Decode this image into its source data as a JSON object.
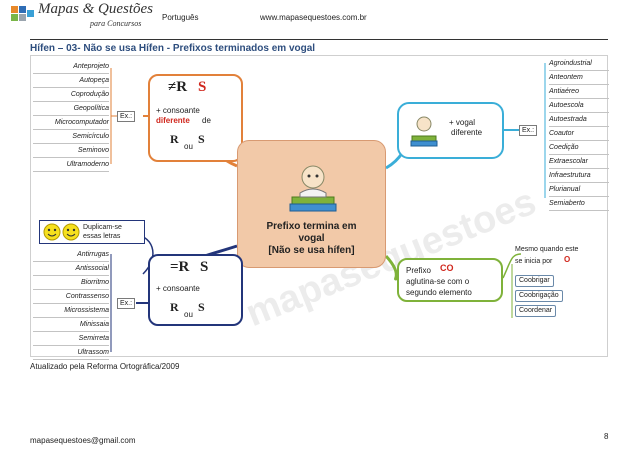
{
  "header": {
    "brand_main": "Mapas & Questões",
    "brand_sub": "para Concursos",
    "subject": "Português",
    "website": "www.mapasequestoes.com.br"
  },
  "title": "Hífen – 03- Não se usa Hífen - Prefixos terminados em vogal",
  "map": {
    "center": {
      "line1": "Prefixo termina em",
      "line2": "vogal",
      "line3": "[Não se usa hífen]"
    },
    "top_left": {
      "symbol_r": "≠R",
      "symbol_s": "S",
      "line1": "+ consoante",
      "line2_red": "diferente",
      "line2_rest": "de",
      "small_r": "R",
      "small_ou": "ou",
      "small_s": "S",
      "ex": "Ex.:",
      "examples": [
        "Anteprojeto",
        "Autopeça",
        "Coprodução",
        "Geopolítica",
        "Microcomputador",
        "Semicírculo",
        "Seminovo",
        "Ultramoderno"
      ]
    },
    "top_right": {
      "line1": "+ vogal",
      "line2": "diferente",
      "ex": "Ex.:",
      "examples": [
        "Agroindustrial",
        "Anteontem",
        "Antiaéreo",
        "Autoescola",
        "Autoestrada",
        "Coautor",
        "Coedição",
        "Extraescolar",
        "Infraestrutura",
        "Plurianual",
        "Semiaberto"
      ]
    },
    "bottom_left": {
      "dup_line1": "Duplicam-se",
      "dup_line2": "essas letras",
      "symbol_r": "=R",
      "symbol_s": "S",
      "line1": "+ consoante",
      "small_r": "R",
      "small_ou": "ou",
      "small_s": "S",
      "ex": "Ex.:",
      "examples": [
        "Antirrugas",
        "Antissocial",
        "Biorritmo",
        "Contrassenso",
        "Microssistema",
        "Minissaia",
        "Semirreta",
        "Ultrassom"
      ]
    },
    "bottom_right": {
      "line1_a": "Prefixo",
      "line1_co": "CO",
      "line2": "aglutina-se com o",
      "line3": "segundo elemento",
      "note1": "Mesmo quando este",
      "note2": "se inicia por",
      "note_o": "O",
      "examples": [
        "Coobrigar",
        "Coobrigação",
        "Coordenar"
      ]
    }
  },
  "footer": {
    "update_note": "Atualizado pela Reforma Ortográfica/2009",
    "email": "mapasequestoes@gmail.com",
    "page_number": "8"
  },
  "colors": {
    "title": "#2e4e7e",
    "orange": "#e2813a",
    "cyan": "#3aaed8",
    "navy": "#23357a",
    "green": "#7fb23a",
    "center_fill": "#f2c9a8"
  }
}
